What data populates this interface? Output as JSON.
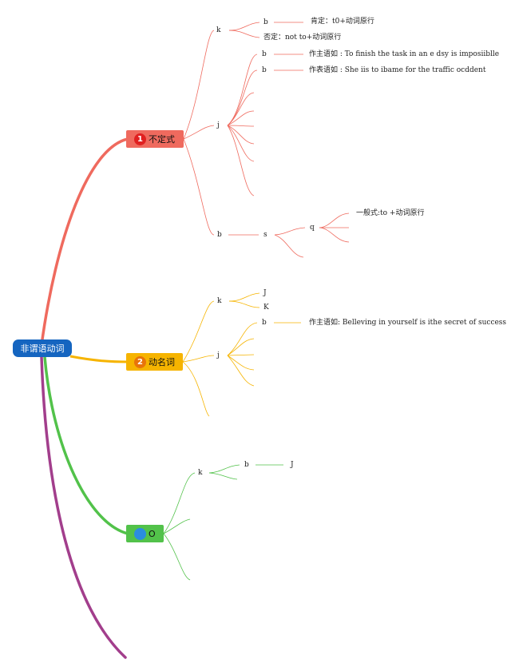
{
  "colors": {
    "root_fill": "#1565c0",
    "infinitive": "#ef6a5e",
    "gerund": "#f6b400",
    "participle": "#52c24a",
    "fourth_branch": "#a23e8c",
    "badge_red": "#e02020",
    "badge_orange": "#e8740a",
    "badge_blue": "#2b8de0"
  },
  "root": {
    "label": "非谓语动词"
  },
  "branches": [
    {
      "badge": "1",
      "label": "不定式"
    },
    {
      "badge": "2",
      "label": "动名词"
    },
    {
      "badge": "",
      "label": "O"
    }
  ],
  "infinitive": {
    "k": "k",
    "k_b": "b",
    "affirm": "肯定：t0+动词原行",
    "negate": "否定：not to+动词原行",
    "j": "j",
    "j_b1": "b",
    "j_b1_text": "作主语如 : To finish the task in an e dsy is imposiiblle",
    "j_b2": "b",
    "j_b2_text": "作表语如 : She iis to ibame for the traffic ocddent",
    "b": "b",
    "s": "s",
    "q": "q",
    "q_text": "一般式:to +动词原行"
  },
  "gerund": {
    "k": "k",
    "k_j": "J",
    "k_k": "K",
    "j": "j",
    "j_b": "b",
    "j_b_text": "作主语如: Belleving in yourself is ithe secret of success"
  },
  "participle": {
    "k": "k",
    "b": "b",
    "j": "J"
  }
}
